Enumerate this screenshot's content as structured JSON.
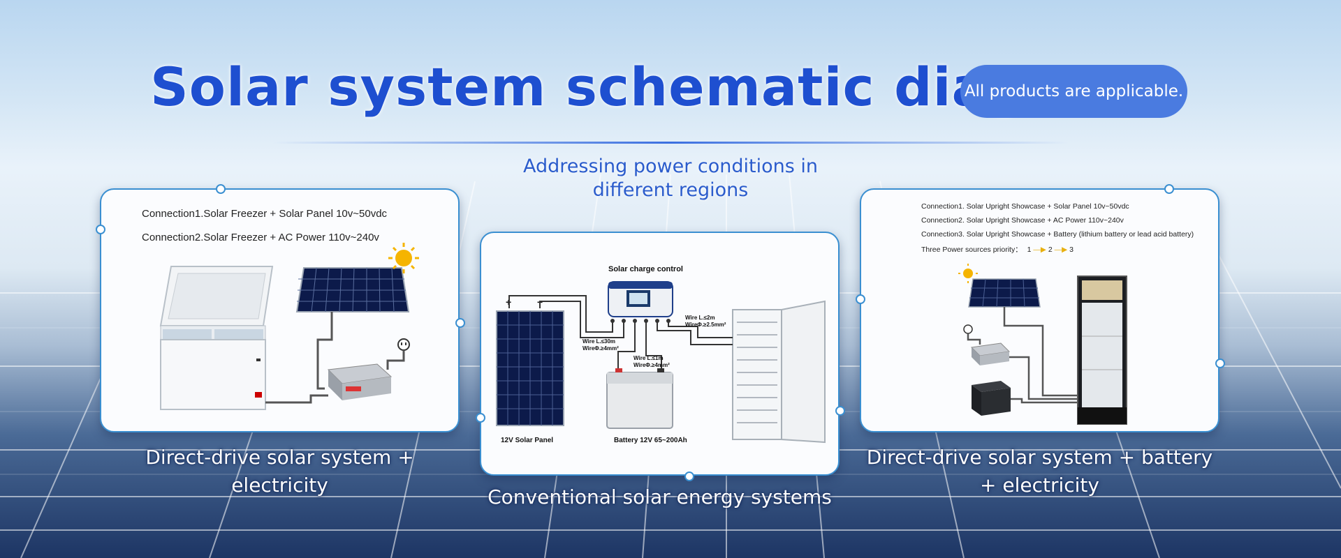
{
  "header": {
    "title": "Solar system schematic diagram",
    "badge": "All products are applicable.",
    "subtitle_line1": "Addressing power conditions in",
    "subtitle_line2": "different regions"
  },
  "left_card": {
    "connection1": "Connection1.Solar Freezer + Solar Panel  10v~50vdc",
    "connection2": "Connection2.Solar Freezer + AC Power  110v~240v",
    "caption": "Direct-drive solar system + electricity"
  },
  "center_card": {
    "controller_label": "Solar charge control",
    "plus": "+",
    "minus": "−",
    "wire1_l": "Wire L.≤30m",
    "wire1_d": "WireΦ.≥4mm²",
    "wire2_l": "Wire L.≤1m",
    "wire2_d": "WireΦ.≥4mm²",
    "wire3_l": "Wire L.≤2m",
    "wire3_d": "WireΦ.≥2.5mm²",
    "panel_label": "12V Solar Panel",
    "battery_label": "Battery 12V 65~200Ah",
    "caption": "Conventional solar energy systems"
  },
  "right_card": {
    "connection1": "Connection1. Solar Upright Showcase + Solar Panel  10v~50vdc",
    "connection2": "Connection2. Solar Upright Showcase + AC Power  110v~240v",
    "connection3": "Connection3. Solar Upright Showcase + Battery (lithium battery or lead acid battery)",
    "priority_text": "Three Power sources priority：",
    "priority_1": "1",
    "priority_2": "2",
    "priority_3": "3",
    "caption_line1": "Direct-drive solar system + battery",
    "caption_line2": "+ electricity"
  },
  "colors": {
    "title": "#1e4fd0",
    "badge_bg": "#4a7be0",
    "card_border": "#3a8fd1",
    "sun": "#f5b400",
    "panel": "#0c1a4a"
  }
}
